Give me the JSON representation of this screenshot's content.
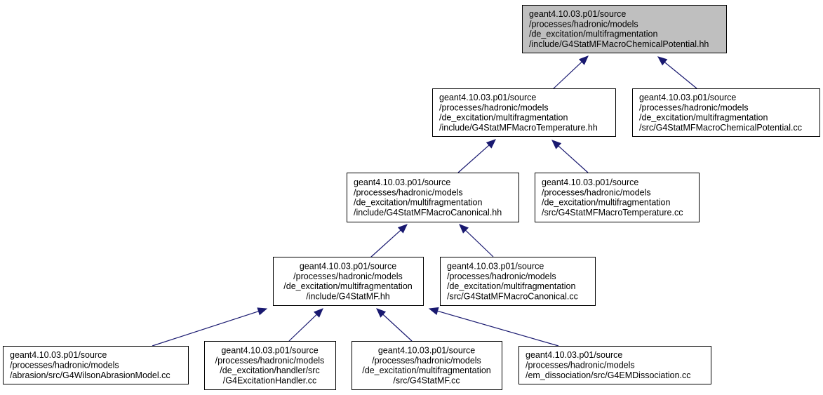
{
  "colors": {
    "root_fill": "#bfbfbf",
    "node_fill": "#ffffff",
    "node_border": "#000000",
    "edge": "#191970"
  },
  "nodes": [
    {
      "id": "macro_chem_pot_hh",
      "lines": [
        "geant4.10.03.p01/source",
        "/processes/hadronic/models",
        "/de_excitation/multifragmentation",
        "/include/G4StatMFMacroChemicalPotential.hh"
      ]
    },
    {
      "id": "macro_temp_hh",
      "lines": [
        "geant4.10.03.p01/source",
        "/processes/hadronic/models",
        "/de_excitation/multifragmentation",
        "/include/G4StatMFMacroTemperature.hh"
      ]
    },
    {
      "id": "macro_chem_pot_cc",
      "lines": [
        "geant4.10.03.p01/source",
        "/processes/hadronic/models",
        "/de_excitation/multifragmentation",
        "/src/G4StatMFMacroChemicalPotential.cc"
      ]
    },
    {
      "id": "macro_canonical_hh",
      "lines": [
        "geant4.10.03.p01/source",
        "/processes/hadronic/models",
        "/de_excitation/multifragmentation",
        "/include/G4StatMFMacroCanonical.hh"
      ]
    },
    {
      "id": "macro_temp_cc",
      "lines": [
        "geant4.10.03.p01/source",
        "/processes/hadronic/models",
        "/de_excitation/multifragmentation",
        "/src/G4StatMFMacroTemperature.cc"
      ]
    },
    {
      "id": "statmf_hh",
      "lines": [
        "geant4.10.03.p01/source",
        "/processes/hadronic/models",
        "/de_excitation/multifragmentation",
        "/include/G4StatMF.hh"
      ]
    },
    {
      "id": "macro_canonical_cc",
      "lines": [
        "geant4.10.03.p01/source",
        "/processes/hadronic/models",
        "/de_excitation/multifragmentation",
        "/src/G4StatMFMacroCanonical.cc"
      ]
    },
    {
      "id": "wilson_abrasion_cc",
      "lines": [
        "geant4.10.03.p01/source",
        "/processes/hadronic/models",
        "/abrasion/src/G4WilsonAbrasionModel.cc"
      ]
    },
    {
      "id": "excitation_handler_cc",
      "lines": [
        "geant4.10.03.p01/source",
        "/processes/hadronic/models",
        "/de_excitation/handler/src",
        "/G4ExcitationHandler.cc"
      ]
    },
    {
      "id": "statmf_cc",
      "lines": [
        "geant4.10.03.p01/source",
        "/processes/hadronic/models",
        "/de_excitation/multifragmentation",
        "/src/G4StatMF.cc"
      ]
    },
    {
      "id": "em_dissociation_cc",
      "lines": [
        "geant4.10.03.p01/source",
        "/processes/hadronic/models",
        "/em_dissociation/src/G4EMDissociation.cc"
      ]
    }
  ],
  "edges": [
    {
      "from": "macro_temp_hh",
      "to": "macro_chem_pot_hh"
    },
    {
      "from": "macro_chem_pot_cc",
      "to": "macro_chem_pot_hh"
    },
    {
      "from": "macro_canonical_hh",
      "to": "macro_temp_hh"
    },
    {
      "from": "macro_temp_cc",
      "to": "macro_temp_hh"
    },
    {
      "from": "statmf_hh",
      "to": "macro_canonical_hh"
    },
    {
      "from": "macro_canonical_cc",
      "to": "macro_canonical_hh"
    },
    {
      "from": "wilson_abrasion_cc",
      "to": "statmf_hh"
    },
    {
      "from": "excitation_handler_cc",
      "to": "statmf_hh"
    },
    {
      "from": "statmf_cc",
      "to": "statmf_hh"
    },
    {
      "from": "em_dissociation_cc",
      "to": "statmf_hh"
    }
  ]
}
